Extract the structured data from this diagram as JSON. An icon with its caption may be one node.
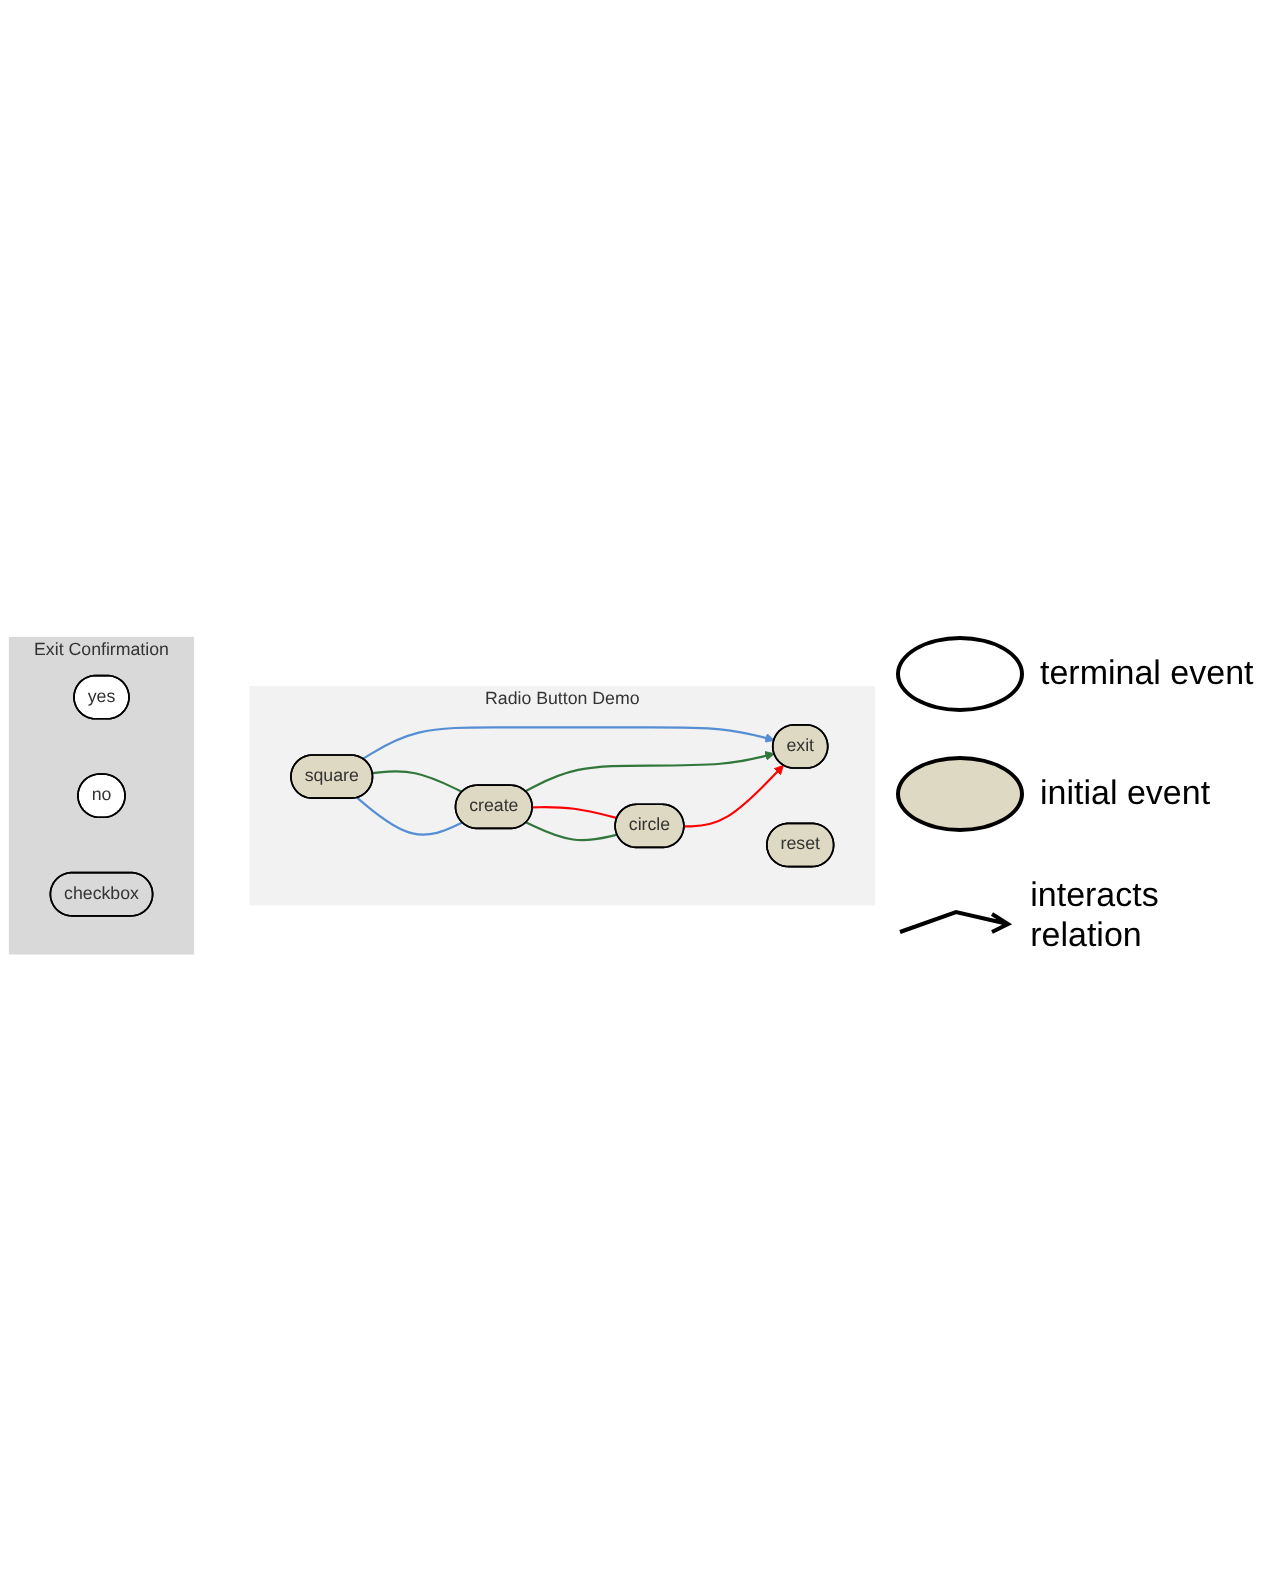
{
  "diagram": {
    "nodes": [
      {
        "text": [
          "Radio Button Demo"
        ]
      },
      {
        "text": [
          "square"
        ],
        "in": 0
      },
      {
        "text": [
          "reset"
        ],
        "in": 0
      },
      {
        "text": [
          "circle"
        ],
        "in": 0
      },
      {
        "text": [
          "exit"
        ],
        "in": 0
      },
      {
        "text": [
          "create"
        ],
        "in": 0
      },
      {
        "text": [
          "Exit Confirmation"
        ]
      },
      {
        "text": [
          "yes"
        ],
        "in": 6
      },
      {
        "text": [
          "no"
        ],
        "in": 6
      },
      {
        "text": [
          "checkbox"
        ],
        "in": 6
      }
    ],
    "edges": [
      {
        "from": 5,
        "to": 1,
        "arrow": "none",
        "color": "#558ed5"
      },
      {
        "from": 1,
        "to": 4,
        "arrow": "to",
        "color": "#558ed5"
      },
      {
        "from": 1,
        "to": 5,
        "arrow": "none",
        "color": "#31763a"
      },
      {
        "from": 3,
        "to": 5,
        "arrow": "none",
        "color": "#31763a"
      },
      {
        "from": 5,
        "to": 4,
        "arrow": "to",
        "color": "#31763a"
      },
      {
        "from": 5,
        "to": 3,
        "arrow": "none",
        "color": "#ff0000"
      },
      {
        "from": 3,
        "to": 4,
        "arrow": "to",
        "color": "#ff0000"
      }
    ],
    "legend": [
      {
        "text": "terminal event",
        "color": "#ffffff"
      },
      {
        "text": "initial event",
        "color": "#ddd9c3"
      },
      {
        "text": "interacts relation"
      }
    ]
  }
}
